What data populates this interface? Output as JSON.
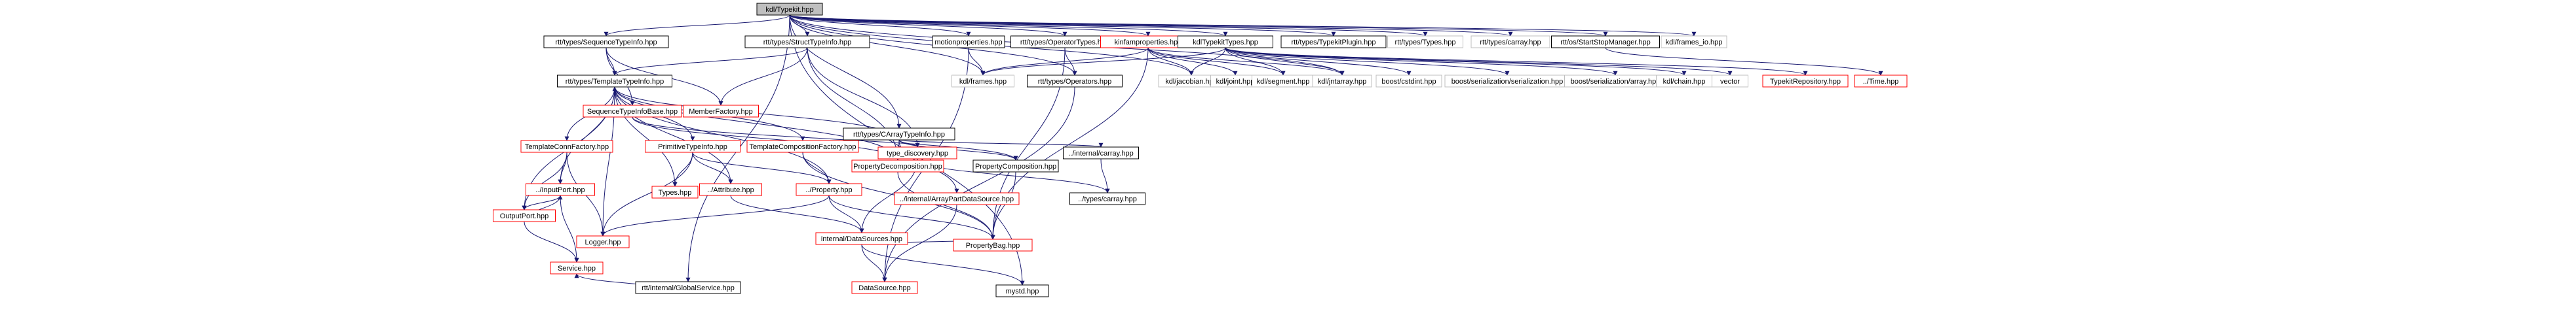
{
  "diagram": {
    "root": "kdl/Typekit.hpp",
    "colors": {
      "root_fill": "#bfbfbf",
      "node_fill": "#ffffff",
      "documented_border": "#000000",
      "undocumented_border": "#ff0000",
      "external_border": "#bfbfbf",
      "edge": "#191970"
    },
    "nodes": [
      {
        "id": "n0",
        "label": "kdl/Typekit.hpp",
        "kind": "root"
      },
      {
        "id": "n1",
        "label": "rtt/internal/GlobalService.hpp",
        "kind": "documented"
      },
      {
        "id": "n2",
        "label": "rtt/types/SequenceTypeInfo.hpp",
        "kind": "documented"
      },
      {
        "id": "n3",
        "label": "rtt/types/StructTypeInfo.hpp",
        "kind": "documented"
      },
      {
        "id": "n4",
        "label": "rtt/types/CArrayTypeInfo.hpp",
        "kind": "documented"
      },
      {
        "id": "n5",
        "label": "motionproperties.hpp",
        "kind": "documented"
      },
      {
        "id": "n6",
        "label": "rtt/types/OperatorTypes.hpp",
        "kind": "documented"
      },
      {
        "id": "n7",
        "label": "kinfamproperties.hpp",
        "kind": "undocumented"
      },
      {
        "id": "n8",
        "label": "kdlTypekitTypes.hpp",
        "kind": "documented"
      },
      {
        "id": "n9",
        "label": "rtt/types/TypekitPlugin.hpp",
        "kind": "documented"
      },
      {
        "id": "n10",
        "label": "rtt/types/Types.hpp",
        "kind": "external"
      },
      {
        "id": "n11",
        "label": "rtt/types/carray.hpp",
        "kind": "external"
      },
      {
        "id": "n12",
        "label": "rtt/os/StartStopManager.hpp",
        "kind": "documented"
      },
      {
        "id": "n13",
        "label": "kdl/frames_io.hpp",
        "kind": "external"
      },
      {
        "id": "n14",
        "label": "rtt/types/TemplateTypeInfo.hpp",
        "kind": "documented"
      },
      {
        "id": "n15",
        "label": "SequenceTypeInfoBase.hpp",
        "kind": "undocumented"
      },
      {
        "id": "n16",
        "label": "MemberFactory.hpp",
        "kind": "undocumented"
      },
      {
        "id": "n17",
        "label": "kdl/frames.hpp",
        "kind": "external"
      },
      {
        "id": "n18",
        "label": "rtt/types/Operators.hpp",
        "kind": "documented"
      },
      {
        "id": "n19",
        "label": "kdl/jacobian.hpp",
        "kind": "external"
      },
      {
        "id": "n20",
        "label": "kdl/joint.hpp",
        "kind": "external"
      },
      {
        "id": "n21",
        "label": "kdl/segment.hpp",
        "kind": "external"
      },
      {
        "id": "n22",
        "label": "kdl/jntarray.hpp",
        "kind": "external"
      },
      {
        "id": "n23",
        "label": "boost/cstdint.hpp",
        "kind": "external"
      },
      {
        "id": "n24",
        "label": "boost/serialization/serialization.hpp",
        "kind": "external"
      },
      {
        "id": "n25",
        "label": "boost/serialization/array.hpp",
        "kind": "external"
      },
      {
        "id": "n26",
        "label": "kdl/chain.hpp",
        "kind": "external"
      },
      {
        "id": "n27",
        "label": "vector",
        "kind": "external"
      },
      {
        "id": "n28",
        "label": "TypekitRepository.hpp",
        "kind": "undocumented"
      },
      {
        "id": "n29",
        "label": "../Time.hpp",
        "kind": "undocumented"
      },
      {
        "id": "n30",
        "label": "TemplateConnFactory.hpp",
        "kind": "undocumented"
      },
      {
        "id": "n31",
        "label": "PrimitiveTypeInfo.hpp",
        "kind": "undocumented"
      },
      {
        "id": "n32",
        "label": "TemplateCompositionFactory.hpp",
        "kind": "undocumented"
      },
      {
        "id": "n33",
        "label": "PropertyDecomposition.hpp",
        "kind": "undocumented"
      },
      {
        "id": "n34",
        "label": "PropertyComposition.hpp",
        "kind": "documented"
      },
      {
        "id": "n35",
        "label": "type_discovery.hpp",
        "kind": "undocumented"
      },
      {
        "id": "n36",
        "label": "../internal/carray.hpp",
        "kind": "documented"
      },
      {
        "id": "n37",
        "label": "../InputPort.hpp",
        "kind": "undocumented"
      },
      {
        "id": "n38",
        "label": "Types.hpp",
        "kind": "undocumented"
      },
      {
        "id": "n39",
        "label": "../Attribute.hpp",
        "kind": "undocumented"
      },
      {
        "id": "n40",
        "label": "../Property.hpp",
        "kind": "undocumented"
      },
      {
        "id": "n41",
        "label": "../internal/ArrayPartDataSource.hpp",
        "kind": "undocumented"
      },
      {
        "id": "n42",
        "label": "../types/carray.hpp",
        "kind": "documented"
      },
      {
        "id": "n43",
        "label": "OutputPort.hpp",
        "kind": "undocumented"
      },
      {
        "id": "n44",
        "label": "Logger.hpp",
        "kind": "undocumented"
      },
      {
        "id": "n45",
        "label": "internal/DataSources.hpp",
        "kind": "undocumented"
      },
      {
        "id": "n46",
        "label": "PropertyBag.hpp",
        "kind": "undocumented"
      },
      {
        "id": "n47",
        "label": "Service.hpp",
        "kind": "undocumented"
      },
      {
        "id": "n48",
        "label": "DataSource.hpp",
        "kind": "undocumented"
      },
      {
        "id": "n49",
        "label": "mystd.hpp",
        "kind": "documented"
      }
    ],
    "edges": [
      [
        "n0",
        "n1"
      ],
      [
        "n0",
        "n2"
      ],
      [
        "n0",
        "n3"
      ],
      [
        "n0",
        "n4"
      ],
      [
        "n0",
        "n5"
      ],
      [
        "n0",
        "n6"
      ],
      [
        "n0",
        "n7"
      ],
      [
        "n0",
        "n8"
      ],
      [
        "n0",
        "n9"
      ],
      [
        "n0",
        "n10"
      ],
      [
        "n0",
        "n11"
      ],
      [
        "n0",
        "n12"
      ],
      [
        "n0",
        "n13"
      ],
      [
        "n0",
        "n17"
      ],
      [
        "n0",
        "n18"
      ],
      [
        "n0",
        "n19"
      ],
      [
        "n0",
        "n22"
      ],
      [
        "n0",
        "n49"
      ],
      [
        "n1",
        "n47"
      ],
      [
        "n2",
        "n14"
      ],
      [
        "n2",
        "n15"
      ],
      [
        "n2",
        "n16"
      ],
      [
        "n3",
        "n14"
      ],
      [
        "n3",
        "n16"
      ],
      [
        "n3",
        "n33"
      ],
      [
        "n3",
        "n35"
      ],
      [
        "n4",
        "n14"
      ],
      [
        "n4",
        "n33"
      ],
      [
        "n4",
        "n34"
      ],
      [
        "n4",
        "n35"
      ],
      [
        "n4",
        "n36"
      ],
      [
        "n4",
        "n41"
      ],
      [
        "n5",
        "n17"
      ],
      [
        "n5",
        "n48"
      ],
      [
        "n6",
        "n18"
      ],
      [
        "n6",
        "n46"
      ],
      [
        "n7",
        "n17"
      ],
      [
        "n7",
        "n19"
      ],
      [
        "n7",
        "n20"
      ],
      [
        "n7",
        "n21"
      ],
      [
        "n7",
        "n22"
      ],
      [
        "n7",
        "n46"
      ],
      [
        "n8",
        "n17"
      ],
      [
        "n8",
        "n19"
      ],
      [
        "n8",
        "n21"
      ],
      [
        "n8",
        "n22"
      ],
      [
        "n8",
        "n23"
      ],
      [
        "n8",
        "n24"
      ],
      [
        "n8",
        "n25"
      ],
      [
        "n8",
        "n26"
      ],
      [
        "n8",
        "n27"
      ],
      [
        "n8",
        "n28"
      ],
      [
        "n12",
        "n29"
      ],
      [
        "n14",
        "n30"
      ],
      [
        "n14",
        "n31"
      ],
      [
        "n14",
        "n32"
      ],
      [
        "n14",
        "n33"
      ],
      [
        "n14",
        "n37"
      ],
      [
        "n14",
        "n38"
      ],
      [
        "n14",
        "n39"
      ],
      [
        "n14",
        "n40"
      ],
      [
        "n14",
        "n43"
      ],
      [
        "n14",
        "n44"
      ],
      [
        "n15",
        "n33"
      ],
      [
        "n15",
        "n34"
      ],
      [
        "n18",
        "n48"
      ],
      [
        "n30",
        "n37"
      ],
      [
        "n30",
        "n43"
      ],
      [
        "n30",
        "n44"
      ],
      [
        "n31",
        "n38"
      ],
      [
        "n31",
        "n39"
      ],
      [
        "n31",
        "n40"
      ],
      [
        "n31",
        "n44"
      ],
      [
        "n32",
        "n40"
      ],
      [
        "n32",
        "n46"
      ],
      [
        "n33",
        "n46"
      ],
      [
        "n34",
        "n46"
      ],
      [
        "n35",
        "n42"
      ],
      [
        "n35",
        "n45"
      ],
      [
        "n36",
        "n42"
      ],
      [
        "n37",
        "n43"
      ],
      [
        "n37",
        "n47"
      ],
      [
        "n39",
        "n45"
      ],
      [
        "n40",
        "n44"
      ],
      [
        "n40",
        "n45"
      ],
      [
        "n40",
        "n46"
      ],
      [
        "n41",
        "n48"
      ],
      [
        "n43",
        "n37"
      ],
      [
        "n43",
        "n47"
      ],
      [
        "n45",
        "n46"
      ],
      [
        "n45",
        "n48"
      ],
      [
        "n45",
        "n49"
      ]
    ]
  }
}
